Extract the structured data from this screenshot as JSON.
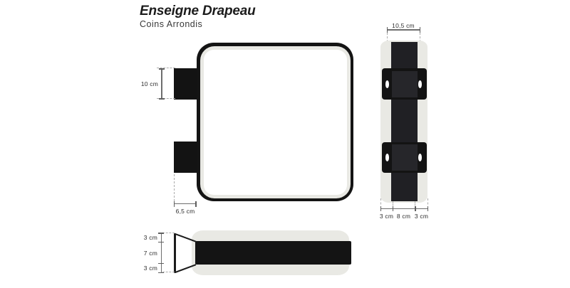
{
  "title": "Enseigne Drapeau",
  "subtitle": "Coins Arrondis",
  "front_view": {
    "bracket_height": "10 cm",
    "bracket_depth": "6,5 cm"
  },
  "side_view": {
    "hole_spacing": "10,5 cm",
    "width_segments": [
      "3 cm",
      "8 cm",
      "3 cm"
    ]
  },
  "bottom_view": {
    "depth_segments": [
      "3 cm",
      "7 cm",
      "3 cm"
    ]
  },
  "colors": {
    "ink": "#141414",
    "panel_light": "#e9e9e4",
    "sign_face": "#ffffff",
    "dim_line": "#6e6e6e",
    "dim_dash": "#ababab",
    "dim_text": "#2e2e2e"
  }
}
